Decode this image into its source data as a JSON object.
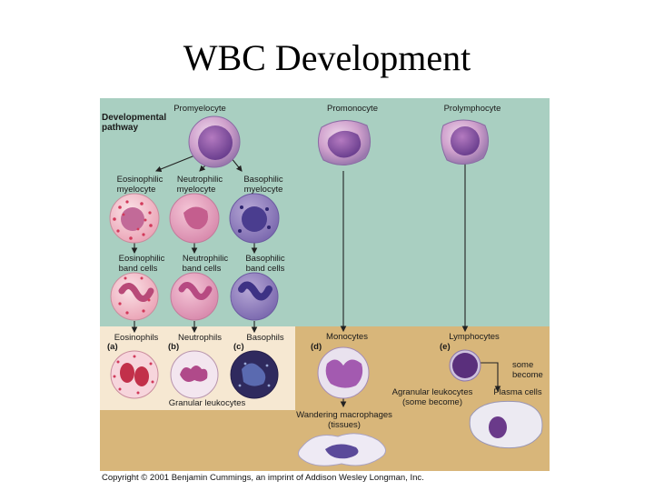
{
  "title": "WBC Development",
  "diagram": {
    "pathway_label": [
      "Developmental",
      "pathway"
    ],
    "stages": {
      "promyelocyte": "Promyelocyte",
      "promonocyte": "Promonocyte",
      "prolymphocyte": "Prolymphocyte",
      "eosinophilic_myelocyte": [
        "Eosinophilic",
        "myelocyte"
      ],
      "neutrophilic_myelocyte": [
        "Neutrophilic",
        "myelocyte"
      ],
      "basophilic_myelocyte": [
        "Basophilic",
        "myelocyte"
      ],
      "eosinophilic_band": [
        "Eosinophilic",
        "band cells"
      ],
      "neutrophilic_band": [
        "Neutrophilic",
        "band cells"
      ],
      "basophilic_band": [
        "Basophilic",
        "band cells"
      ],
      "eosinophils": "Eosinophils",
      "neutrophils": "Neutrophils",
      "basophils": "Basophils",
      "monocytes": "Monocytes",
      "lymphocytes": "Lymphocytes",
      "macrophages": [
        "Wandering macrophages",
        "(tissues)"
      ],
      "plasma_cells": "Plasma cells",
      "some_become": [
        "some",
        "become"
      ],
      "agranular": [
        "Agranular leukocytes",
        "(some become)"
      ],
      "granular": "Granular leukocytes"
    },
    "letters": [
      "(a)",
      "(b)",
      "(c)",
      "(d)",
      "(e)"
    ],
    "colors": {
      "upper_bg": "#a9cfc1",
      "lower_bg": "#d8b67a",
      "granular_bg": "#f6e8d2",
      "eosinophil_granule": "#d23a5a",
      "neutrophil": "#d06a9a",
      "basophil": "#4a3d8f",
      "arrow": "#222222"
    }
  },
  "copyright": "Copyright © 2001 Benjamin Cummings, an imprint of Addison Wesley Longman, Inc."
}
